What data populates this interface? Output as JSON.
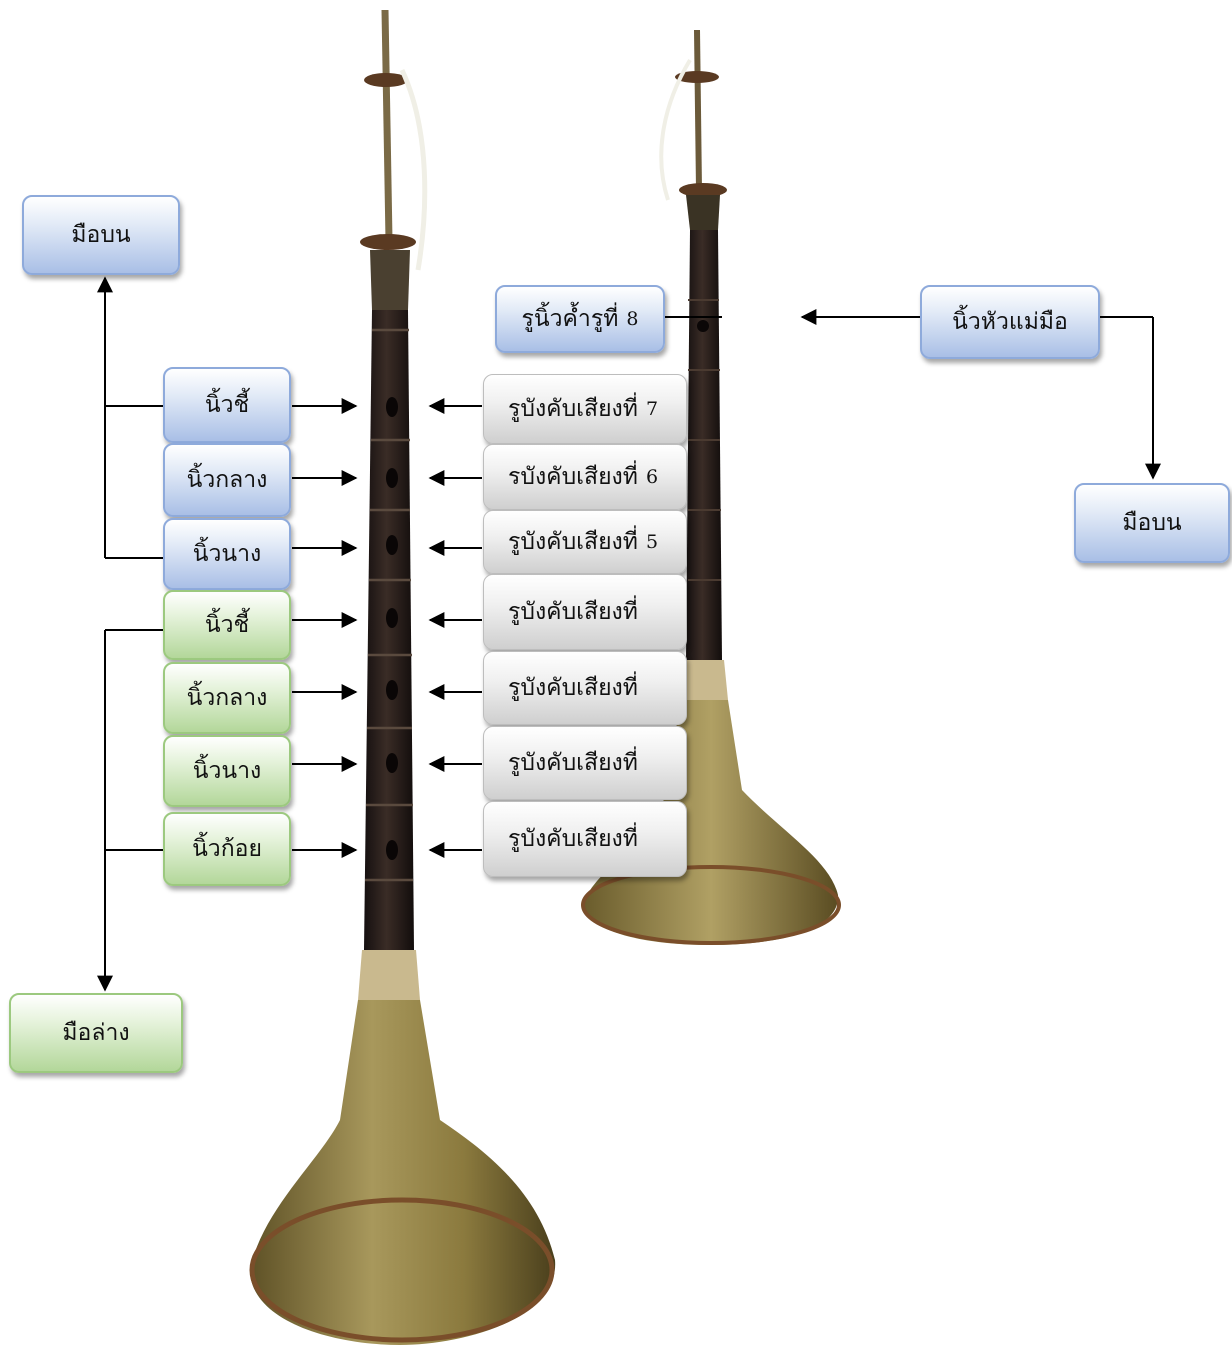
{
  "upper_hand": {
    "left_label": "มือบน",
    "right_label": "มือบน",
    "thumb_label": "นิ้วหัวแม่มือ",
    "fingers": [
      "นิ้วชี้",
      "นิ้วกลาง",
      "นิ้วนาง"
    ]
  },
  "lower_hand": {
    "label": "มือล่าง",
    "fingers": [
      "นิ้วชี้",
      "นิ้วกลาง",
      "นิ้วนาง",
      "นิ้วก้อย"
    ]
  },
  "holes": {
    "thumb_hole": {
      "text": "รูนิ้วค้ำรูที่",
      "num": "8"
    },
    "list": [
      {
        "text": "รูบังคับเสียงที่",
        "num": "7"
      },
      {
        "text": "รบังคับเสียงที่",
        "num": "6"
      },
      {
        "text": "รูบังคับเสียงที่",
        "num": "5"
      },
      {
        "text": "รูบังคับเสียงที่",
        "num": ""
      },
      {
        "text": "รูบังคับเสียงที่",
        "num": ""
      },
      {
        "text": "รูบังคับเสียงที่",
        "num": ""
      },
      {
        "text": "รูบังคับเสียงที่",
        "num": ""
      }
    ]
  },
  "colors": {
    "upper": "#a9bfe6",
    "lower": "#b3d79a",
    "hole_box": "#cfcfcf",
    "pipe": "#2b1f1a",
    "brass": "#9c8a4c"
  }
}
